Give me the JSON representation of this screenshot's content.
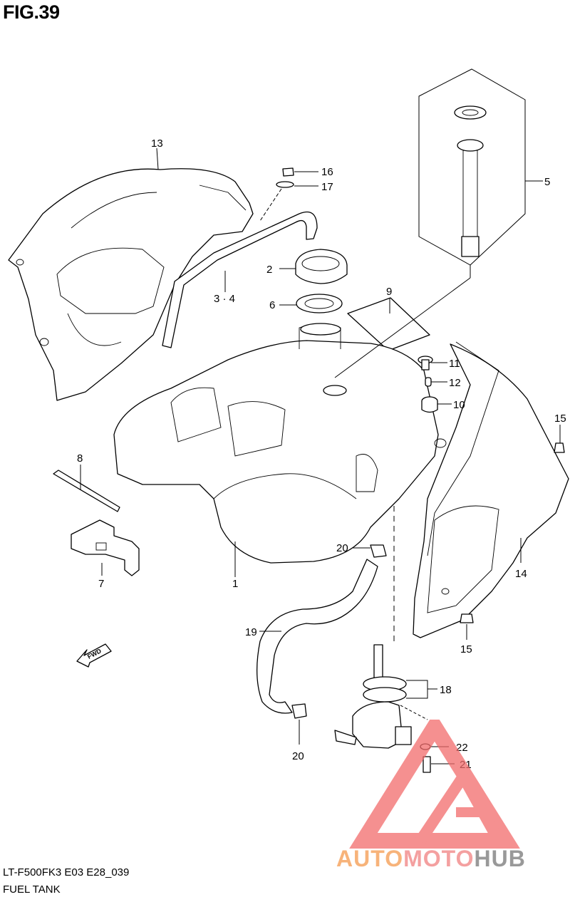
{
  "figure": {
    "title": "FIG.39",
    "code": "LT-F500FK3 E03 E28_039",
    "name": "FUEL TANK"
  },
  "callouts": [
    {
      "id": "c13",
      "text": "13"
    },
    {
      "id": "c16",
      "text": "16"
    },
    {
      "id": "c17",
      "text": "17"
    },
    {
      "id": "c5",
      "text": "5"
    },
    {
      "id": "c2",
      "text": "2"
    },
    {
      "id": "c34",
      "text": "3 · 4"
    },
    {
      "id": "c6",
      "text": "6"
    },
    {
      "id": "c9",
      "text": "9"
    },
    {
      "id": "c11",
      "text": "11"
    },
    {
      "id": "c12",
      "text": "12"
    },
    {
      "id": "c10",
      "text": "10"
    },
    {
      "id": "c15a",
      "text": "15"
    },
    {
      "id": "c8",
      "text": "8"
    },
    {
      "id": "c7",
      "text": "7"
    },
    {
      "id": "c1",
      "text": "1"
    },
    {
      "id": "c20a",
      "text": "20"
    },
    {
      "id": "c14",
      "text": "14"
    },
    {
      "id": "c19",
      "text": "19"
    },
    {
      "id": "c15b",
      "text": "15"
    },
    {
      "id": "c18",
      "text": "18"
    },
    {
      "id": "c22",
      "text": "22"
    },
    {
      "id": "c21",
      "text": "21"
    },
    {
      "id": "c20b",
      "text": "20"
    }
  ],
  "fwd_label": "FWD",
  "watermark": {
    "part1": "AUTO",
    "part2": "MOTO",
    "part3": "HUB",
    "color1": "#f7b37a",
    "color2": "#f4a0a0",
    "color3": "#999999",
    "triangle_color": "#f26b6b"
  }
}
